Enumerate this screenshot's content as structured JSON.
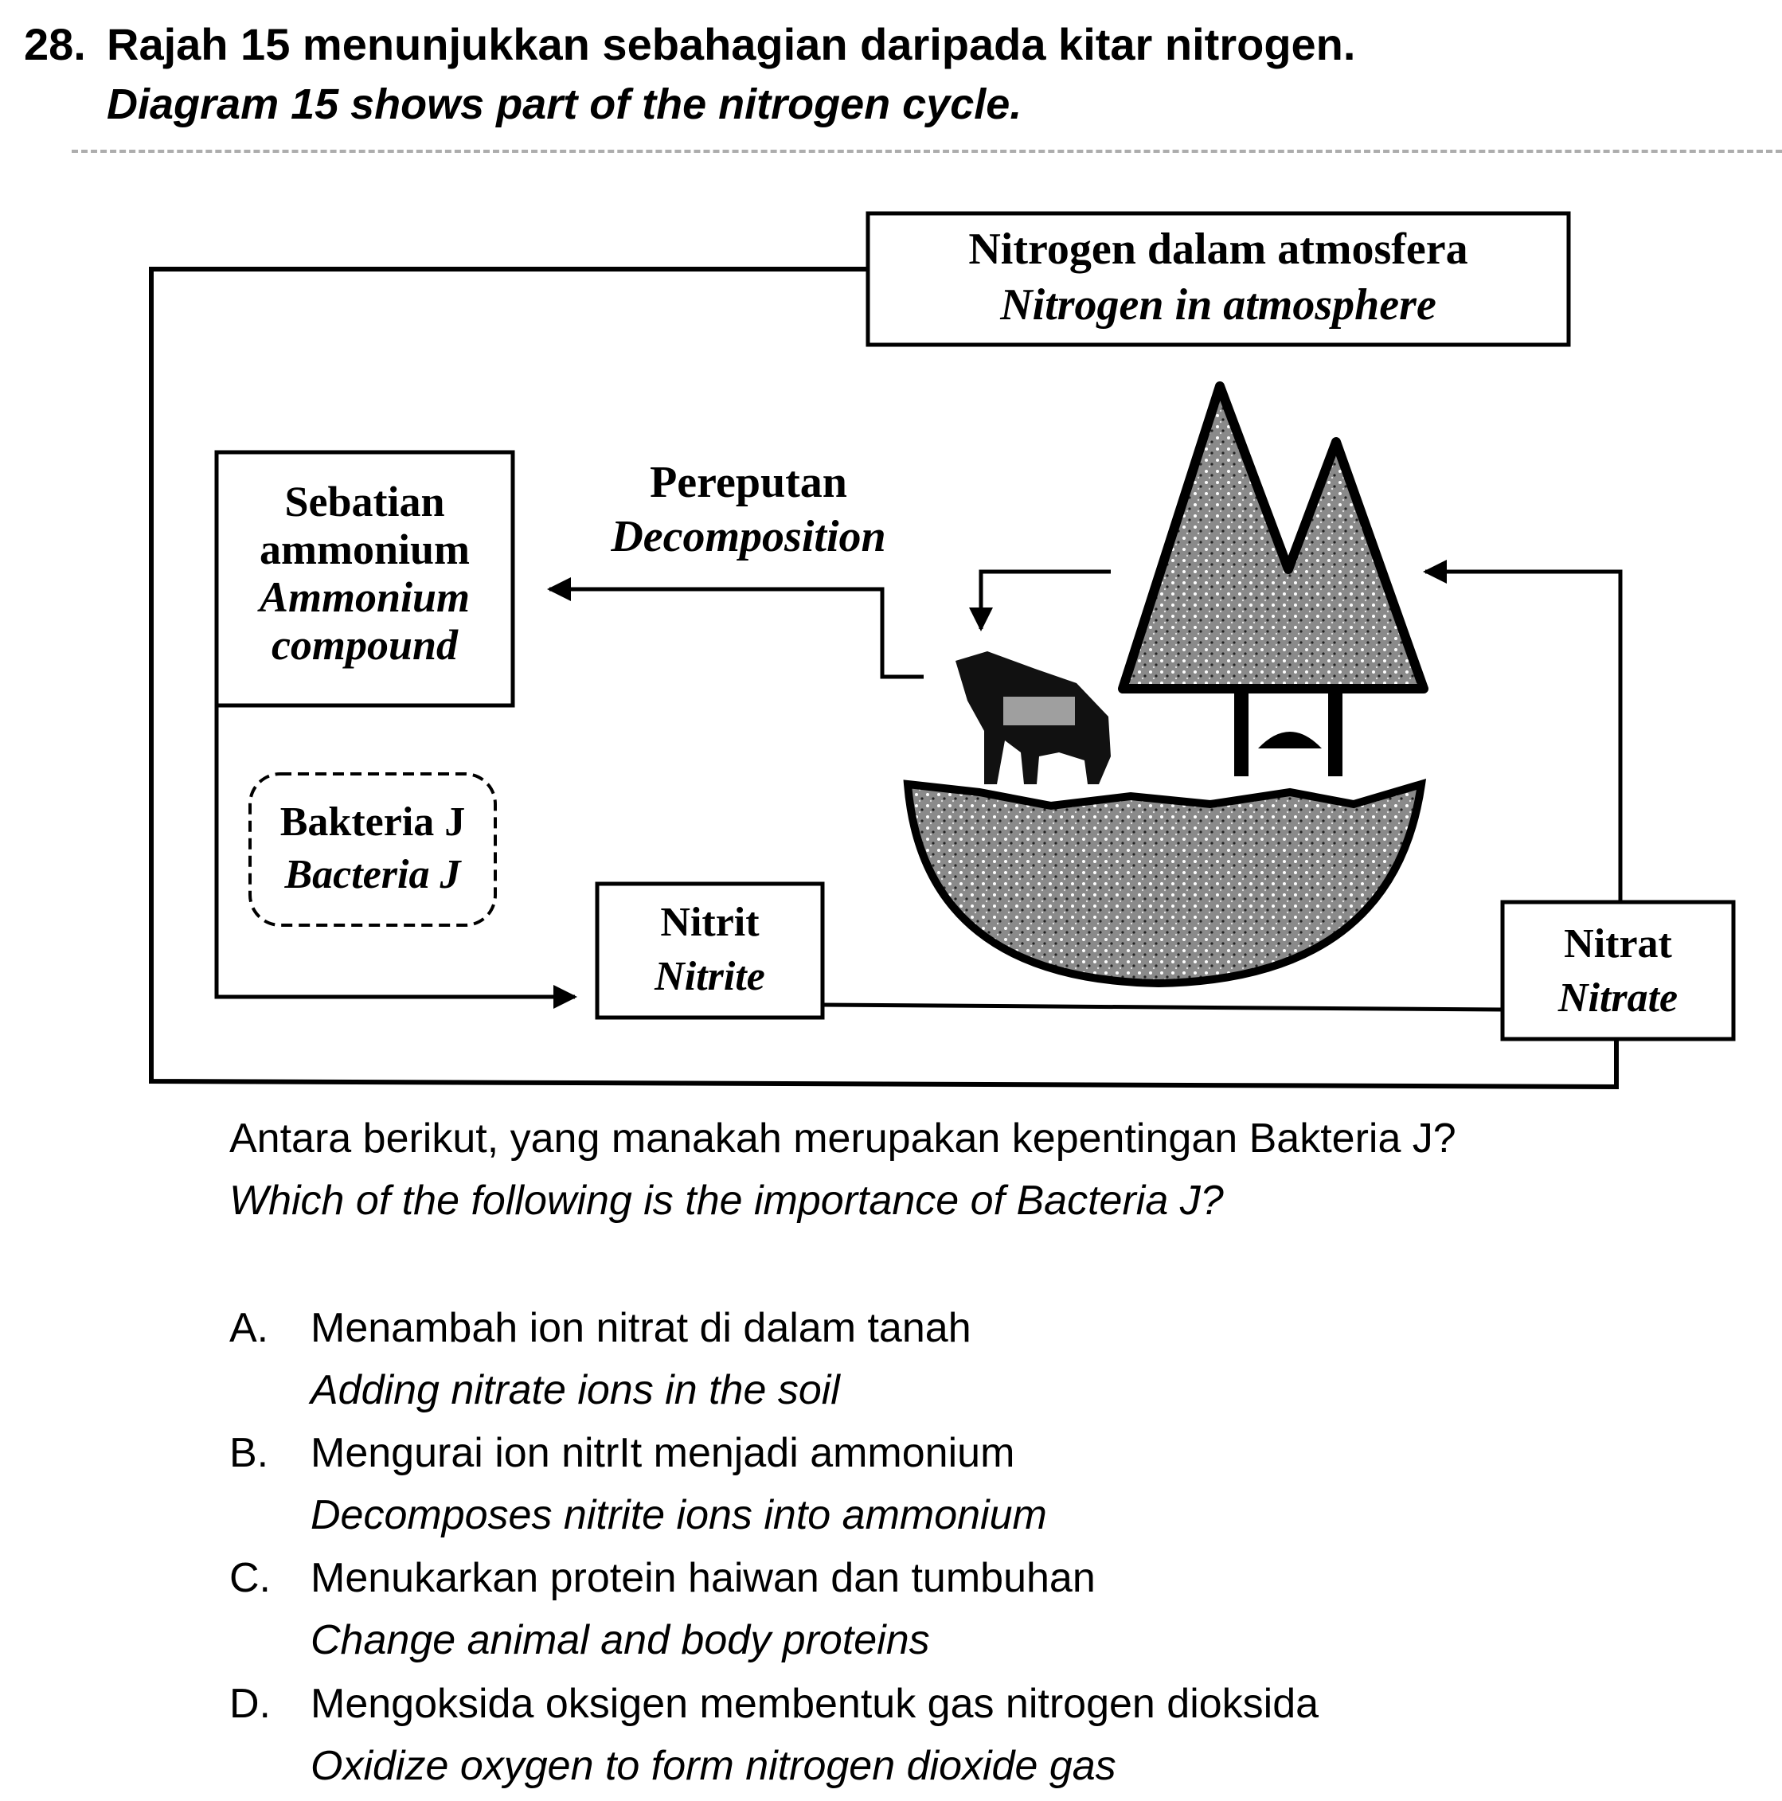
{
  "question": {
    "number": "28.",
    "title_ms": "Rajah 15 menunjukkan sebahagian daripada kitar nitrogen.",
    "title_en": "Diagram 15 shows part of the nitrogen cycle."
  },
  "diagram": {
    "atmosphere": {
      "ms": "Nitrogen dalam atmosfera",
      "en": "Nitrogen in atmosphere"
    },
    "ammonium": {
      "ms_line1": "Sebatian",
      "ms_line2": "ammonium",
      "en_line1": "Ammonium",
      "en_line2": "compound"
    },
    "decomposition": {
      "ms": "Pereputan",
      "en": "Decomposition"
    },
    "bacteria": {
      "ms": "Bakteria J",
      "en": "Bacteria J"
    },
    "nitrite": {
      "ms": "Nitrit",
      "en": "Nitrite"
    },
    "nitrate": {
      "ms": "Nitrat",
      "en": "Nitrate"
    }
  },
  "prompt": {
    "ms": "Antara berikut, yang manakah merupakan kepentingan Bakteria J?",
    "en": "Which of the following is the importance of Bacteria J?"
  },
  "options": [
    {
      "letter": "A.",
      "ms": "Menambah ion nitrat di dalam tanah",
      "en": "Adding nitrate ions in the soil"
    },
    {
      "letter": "B.",
      "ms": "Mengurai ion nitrIt menjadi ammonium",
      "en": "Decomposes nitrite ions into ammonium"
    },
    {
      "letter": "C.",
      "ms": "Menukarkan protein haiwan dan tumbuhan",
      "en": "Change animal and body proteins"
    },
    {
      "letter": "D.",
      "ms": "Mengoksida oksigen membentuk gas nitrogen dioksida",
      "en": "Oxidize oxygen to form nitrogen dioxide gas"
    }
  ]
}
